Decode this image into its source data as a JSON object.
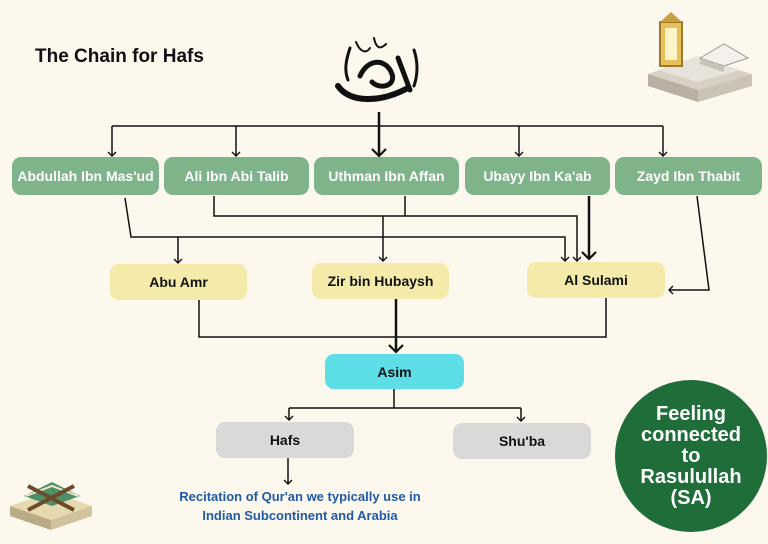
{
  "title": "The Chain for Hafs",
  "sahaba": [
    "Abdullah Ibn Mas'ud",
    "Ali Ibn Abi Talib",
    "Uthman Ibn Affan",
    "Ubayy Ibn Ka'ab",
    "Zayd Ibn Thabit"
  ],
  "tabieen": [
    "Abu Amr",
    "Zir bin Hubaysh",
    "Al Sulami"
  ],
  "center": "Asim",
  "students": [
    "Hafs",
    "Shu'ba"
  ],
  "caption": "Recitation of Qur'an we typically use in Indian Subcontinent and Arabia",
  "badge": "Feeling connected to Rasulullah (SA)",
  "colors": {
    "sahaba": "#7fb48a",
    "tabieen": "#f4ebaa",
    "center": "#5ddde6",
    "students": "#d9d9d9",
    "badge": "#1f6e3a",
    "caption": "#1f5aa6"
  },
  "icons": [
    "muhammad-calligraphy-icon",
    "quran-lantern-icon",
    "quran-stand-icon"
  ]
}
